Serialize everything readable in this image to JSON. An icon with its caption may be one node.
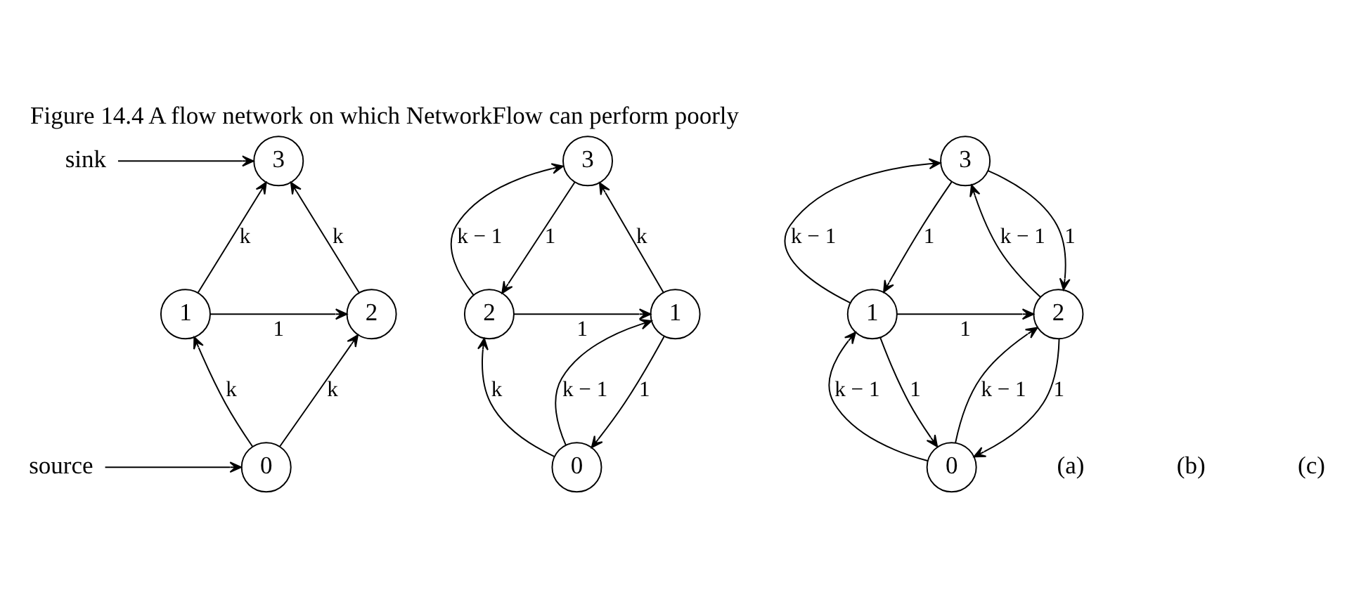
{
  "diagram": {
    "title": "Figure 14.4 A flow network on which NetworkFlow can perform poorly",
    "nodes": [
      {
        "text": [
          "sink"
        ]
      },
      {
        "text": [
          "3"
        ]
      },
      {
        "text": [
          "1"
        ]
      },
      {
        "text": [
          "2"
        ]
      },
      {
        "text": [
          "source"
        ]
      },
      {
        "text": [
          "0"
        ]
      },
      {
        "text": [
          "3"
        ]
      },
      {
        "text": [
          "1"
        ]
      },
      {
        "text": [
          "2"
        ]
      },
      {
        "text": [
          "0"
        ]
      },
      {
        "text": [
          "3"
        ]
      },
      {
        "text": [
          "1"
        ]
      },
      {
        "text": [
          "2"
        ]
      },
      {
        "text": [
          "0"
        ]
      }
    ],
    "edges": [
      {
        "from": 0,
        "to": 1,
        "arrow": "to"
      },
      {
        "from": 2,
        "to": 1,
        "arrow": "to",
        "label": "k"
      },
      {
        "from": 3,
        "to": 1,
        "arrow": "to",
        "label": "k"
      },
      {
        "from": 2,
        "to": 3,
        "arrow": "to",
        "label": "1"
      },
      {
        "from": 5,
        "to": 2,
        "arrow": "to",
        "label": "k"
      },
      {
        "from": 5,
        "to": 3,
        "arrow": "to",
        "label": "k"
      },
      {
        "from": 4,
        "to": 5,
        "arrow": "to"
      },
      {
        "from": 7,
        "to": 6,
        "arrow": "to",
        "label": "k"
      },
      {
        "from": 8,
        "to": 6,
        "arrow": "to",
        "label": "k − 1"
      },
      {
        "from": 6,
        "to": 8,
        "arrow": "to",
        "label": "1"
      },
      {
        "from": 8,
        "to": 7,
        "arrow": "to",
        "label": "1"
      },
      {
        "from": 7,
        "to": 9,
        "arrow": "to",
        "label": "1"
      },
      {
        "from": 9,
        "to": 7,
        "arrow": "to",
        "label": "k − 1"
      },
      {
        "from": 9,
        "to": 8,
        "arrow": "to",
        "label": "k"
      },
      {
        "from": 11,
        "to": 10,
        "arrow": "to",
        "label": "k − 1"
      },
      {
        "from": 10,
        "to": 11,
        "arrow": "to",
        "label": "1"
      },
      {
        "from": 12,
        "to": 10,
        "arrow": "to",
        "label": "k − 1"
      },
      {
        "from": 10,
        "to": 12,
        "arrow": "to",
        "label": "1"
      },
      {
        "from": 11,
        "to": 12,
        "arrow": "to",
        "label": "1"
      },
      {
        "from": 11,
        "to": 13,
        "arrow": "to",
        "label": "1"
      },
      {
        "from": 13,
        "to": 11,
        "arrow": "to",
        "label": "k − 1"
      },
      {
        "from": 12,
        "to": 13,
        "arrow": "to",
        "label": "1"
      },
      {
        "from": 13,
        "to": 12,
        "arrow": "to",
        "label": "k − 1"
      }
    ],
    "labels": [
      "(a)",
      "(b)",
      "(c)"
    ]
  }
}
